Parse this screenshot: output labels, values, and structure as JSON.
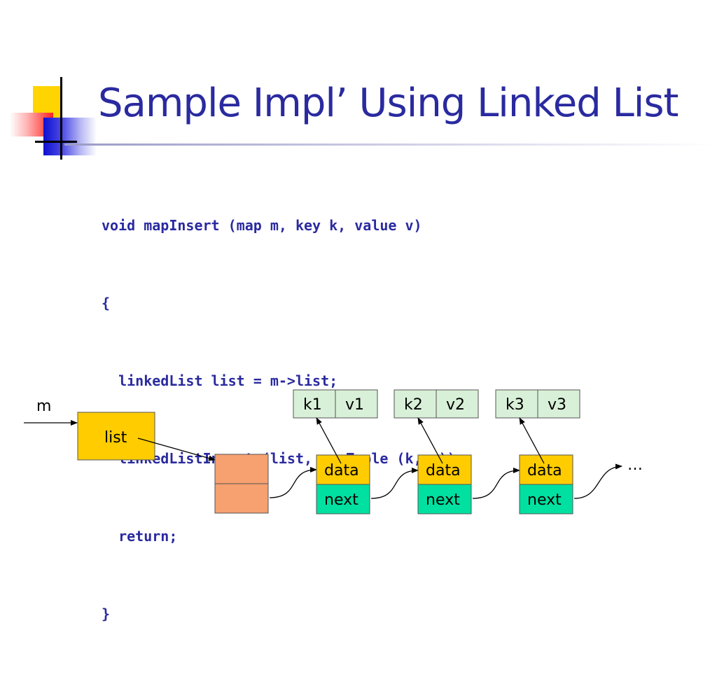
{
  "slide": {
    "title": "Sample Impl’ Using Linked List",
    "code_lines": [
      "void mapInsert (map m, key k, value v)",
      "{",
      "  linkedList list = m->list;",
      "  linkedListInsert (list, newTuple (k, v));",
      "  return;",
      "}"
    ],
    "colors": {
      "title": "#2a2aa0",
      "code": "#2a2aa0",
      "list_box": "#ffcc00",
      "head_node": "#f7a070",
      "data_cell": "#ffcc00",
      "next_cell": "#00e0a0",
      "tuple_cell": "#d8f0d8"
    }
  },
  "diagram": {
    "var_label": "m",
    "list_label": "list",
    "nodes": [
      {
        "key": "k1",
        "value": "v1",
        "data": "data",
        "next": "next"
      },
      {
        "key": "k2",
        "value": "v2",
        "data": "data",
        "next": "next"
      },
      {
        "key": "k3",
        "value": "v3",
        "data": "data",
        "next": "next"
      }
    ],
    "ellipsis": "…"
  }
}
